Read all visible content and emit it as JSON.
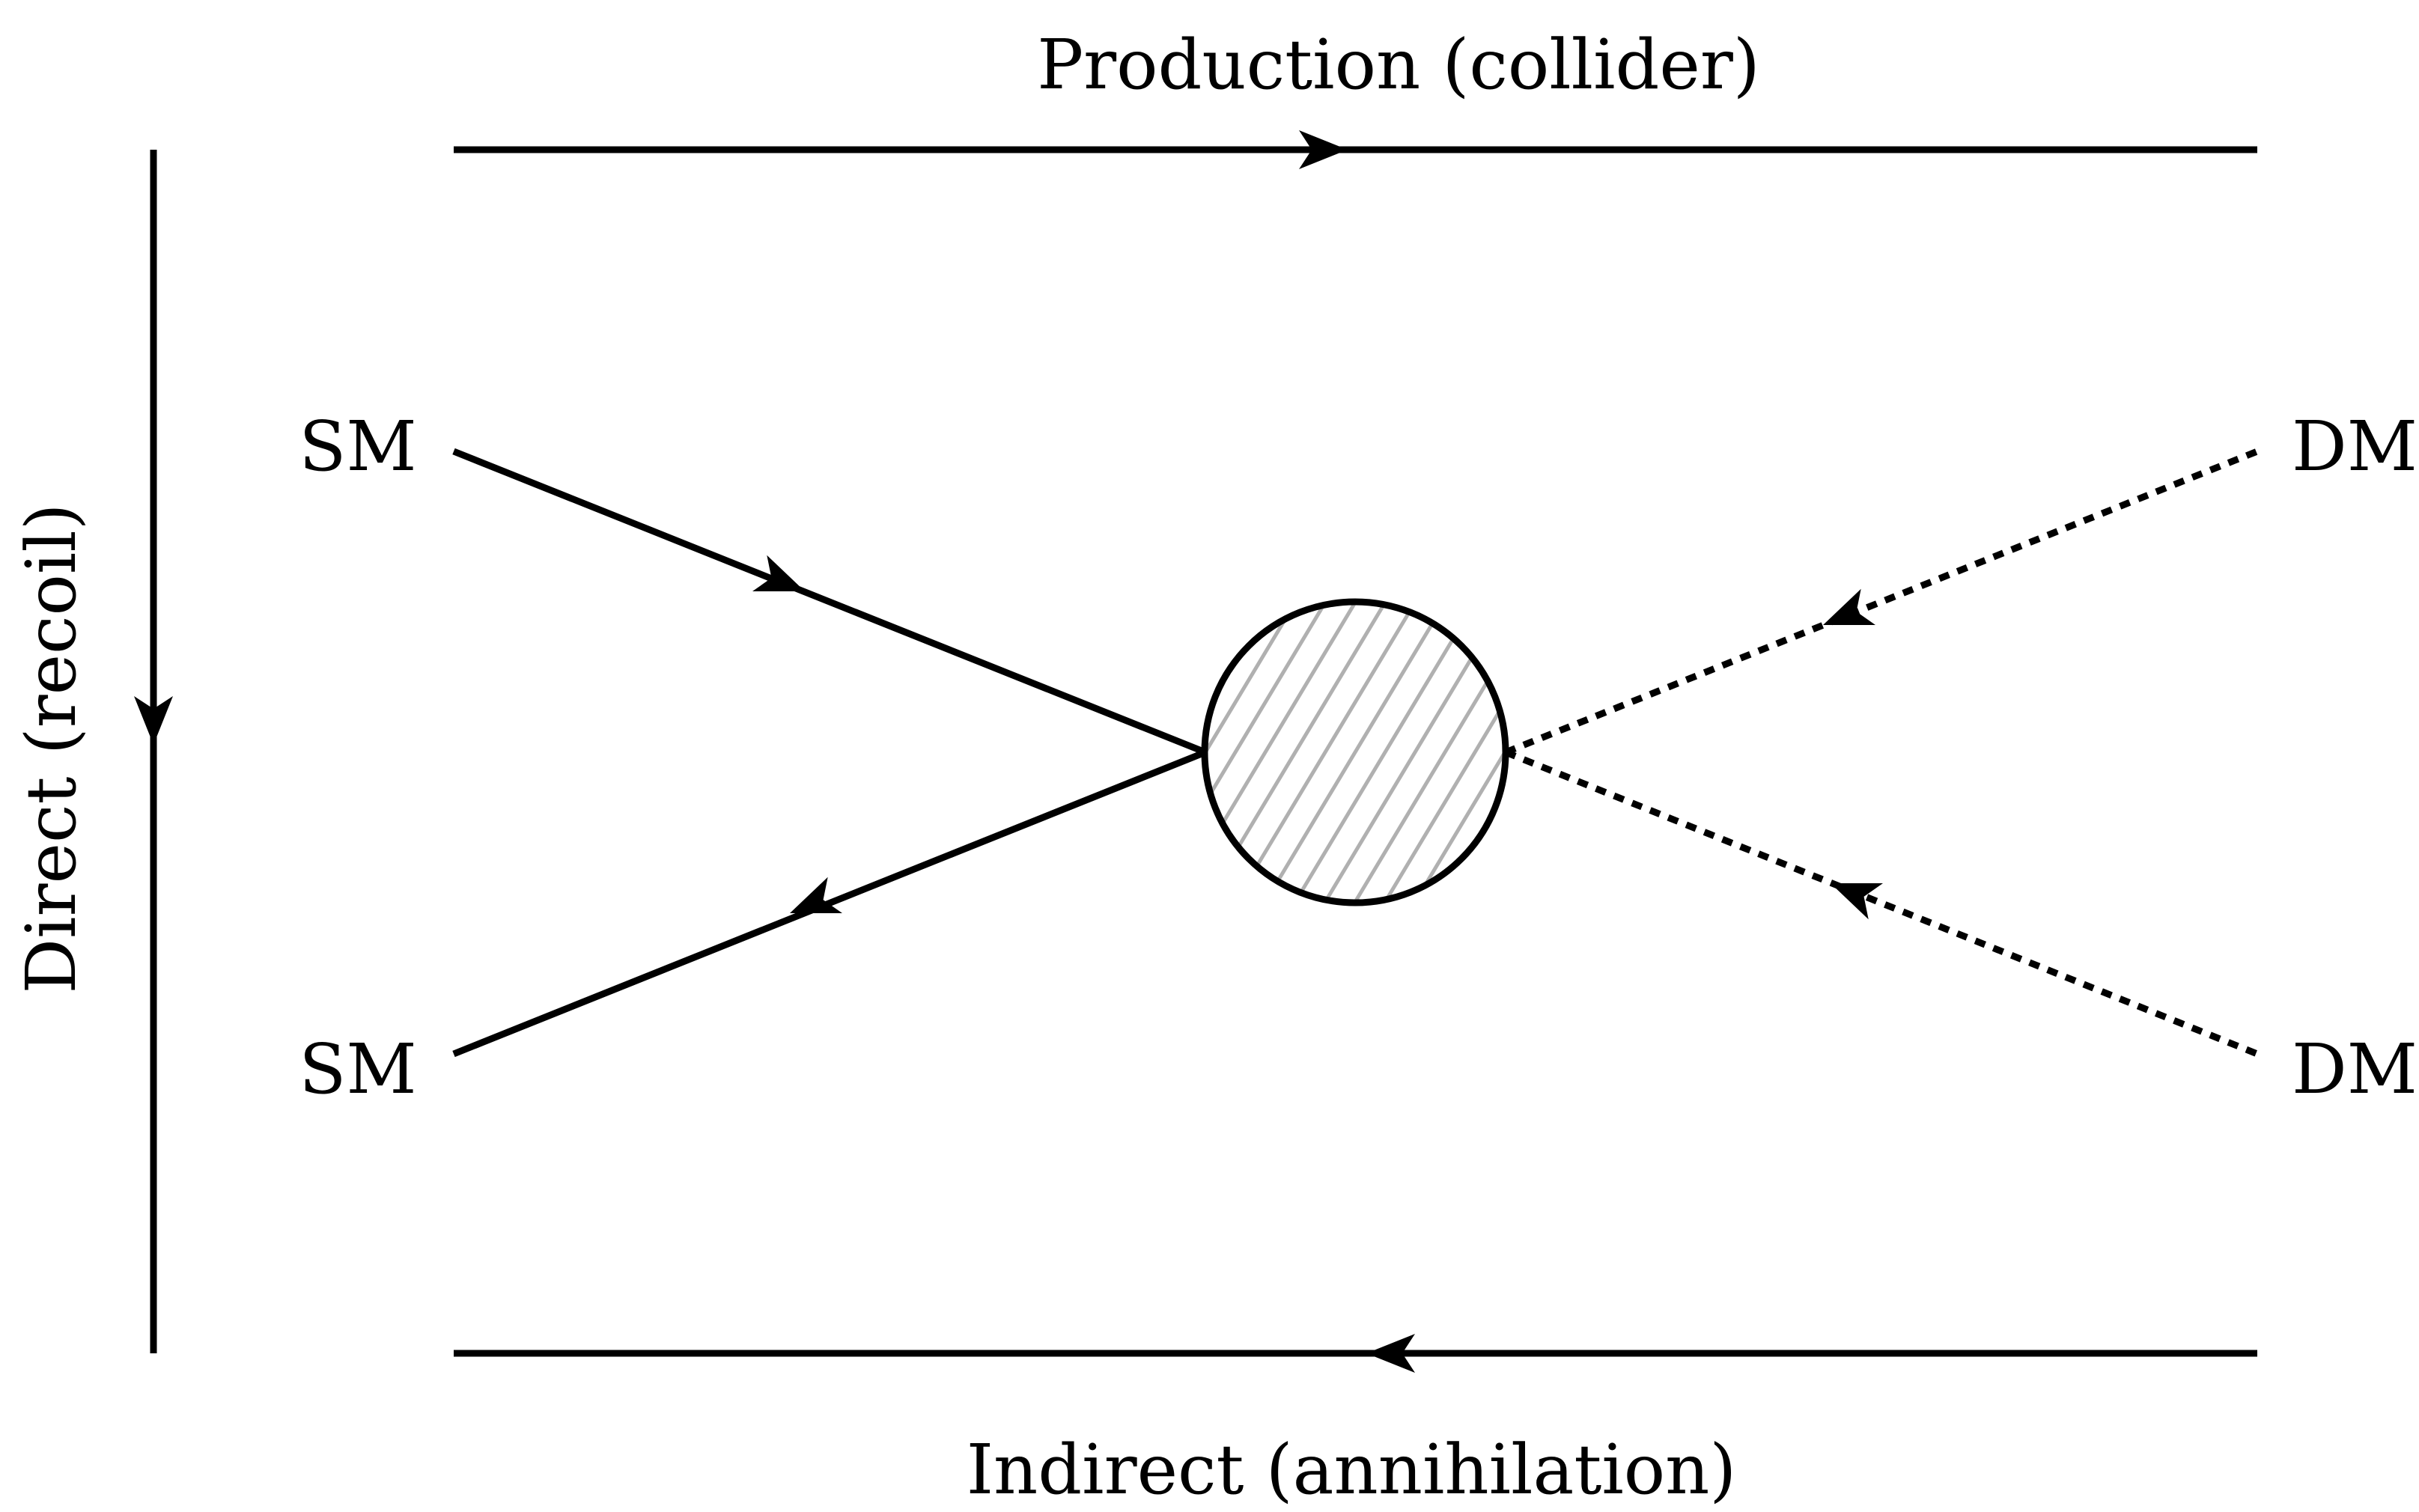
{
  "labels": {
    "top": "Production (collider)",
    "bottom": "Indirect (annihilation)",
    "left": "Direct (recoil)",
    "sm_top": "SM",
    "sm_bottom": "SM",
    "dm_top": "DM",
    "dm_bottom": "DM"
  },
  "colors": {
    "line": "#000000",
    "hatch": "#b0b0b0",
    "background": "#ffffff"
  }
}
